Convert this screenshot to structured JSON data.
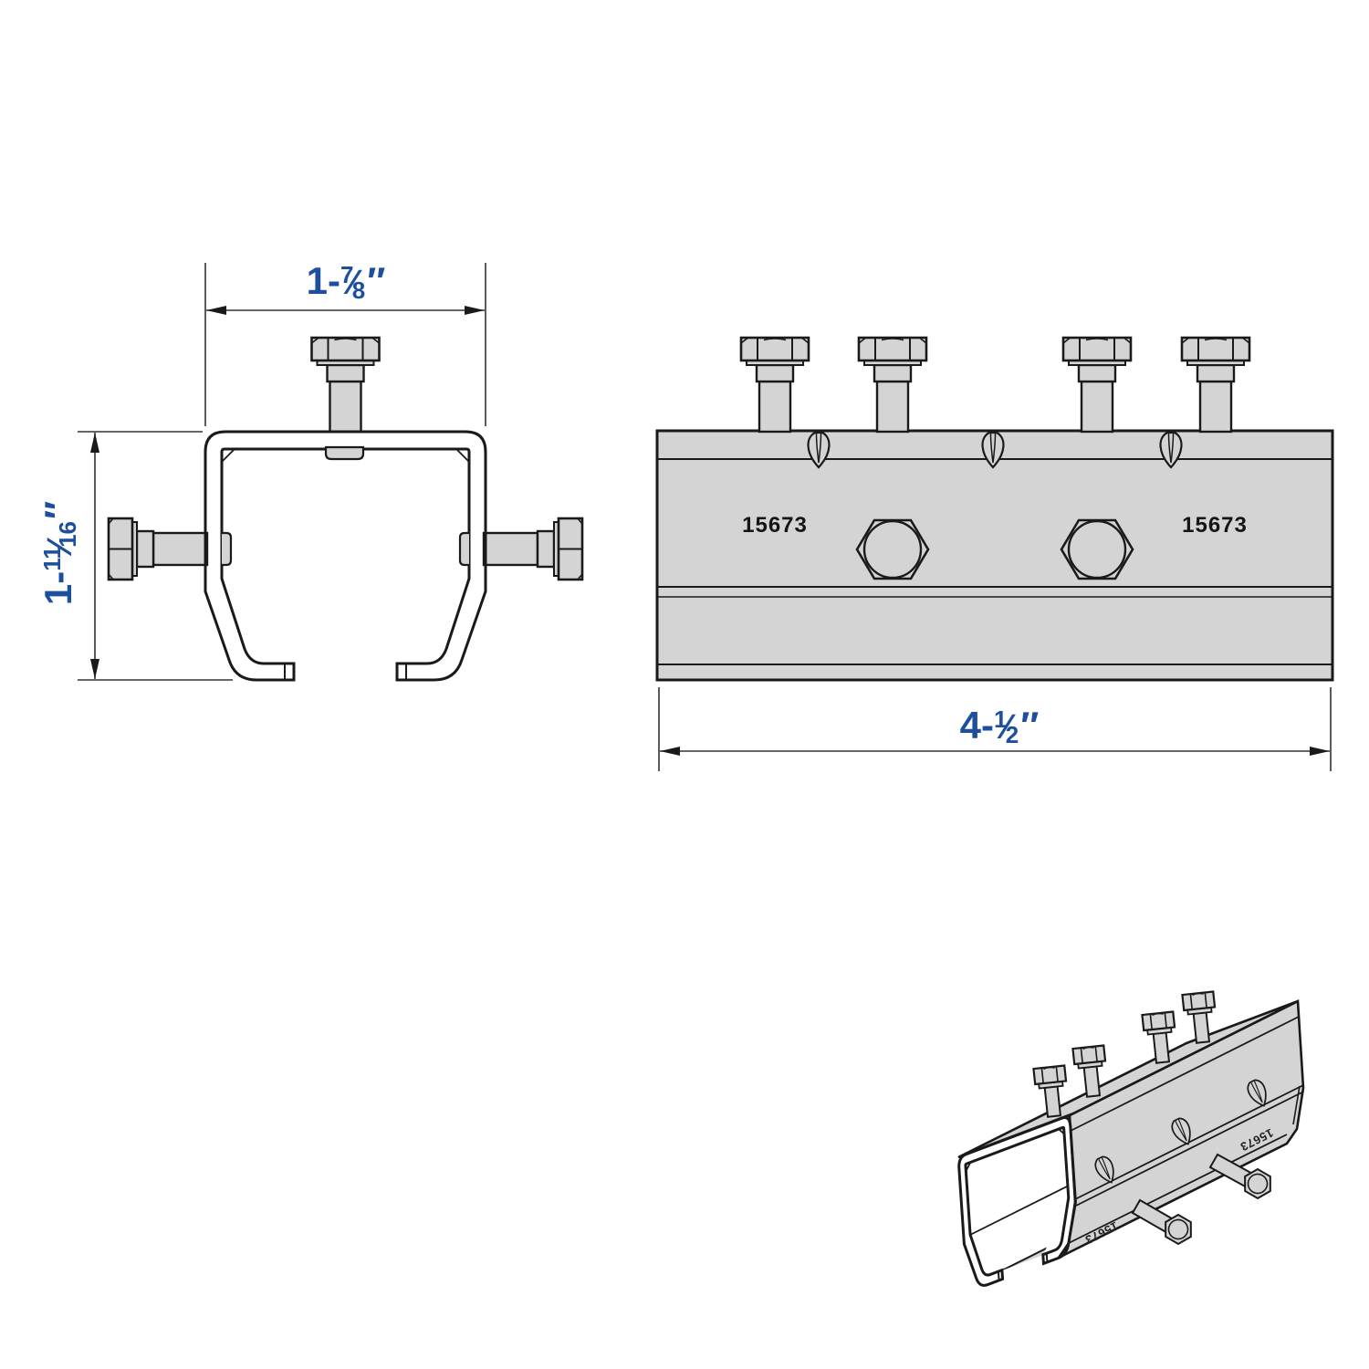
{
  "drawing": {
    "part_number": "15673",
    "sep": "-",
    "slash": "⁄",
    "colors": {
      "dimension_text": "#1d4f9c",
      "outline": "#1a1a1a",
      "part_fill": "#d4d4d4",
      "background": "#ffffff"
    },
    "dimensions": {
      "width": {
        "whole": "1",
        "num": "7",
        "den": "8",
        "unit": "″"
      },
      "height": {
        "whole": "1",
        "num": "11",
        "den": "16",
        "unit": "″"
      },
      "length": {
        "whole": "4",
        "num": "1",
        "den": "2",
        "unit": "″"
      }
    }
  }
}
